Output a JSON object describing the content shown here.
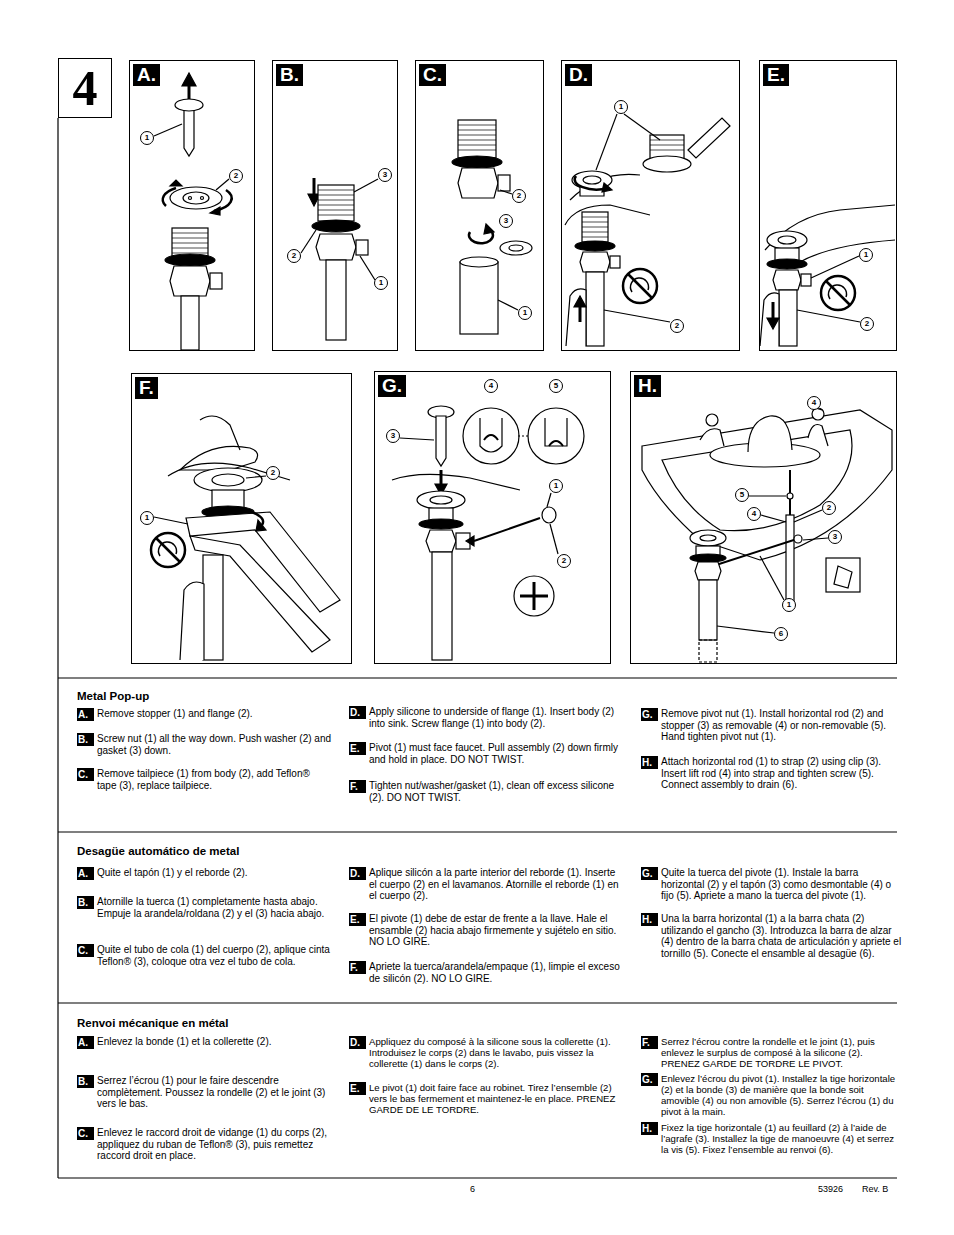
{
  "diagram": {
    "nodes": [
      {
        "text": [
          "4"
        ]
      },
      {
        "text": [
          "A."
        ]
      },
      {
        "text": [
          "1"
        ],
        "in": 1
      },
      {
        "text": [
          "2"
        ],
        "in": 1
      },
      {
        "text": [
          "B."
        ]
      },
      {
        "text": [
          "3"
        ],
        "in": 4
      },
      {
        "text": [
          "2"
        ],
        "in": 4
      },
      {
        "text": [
          "1"
        ],
        "in": 4
      },
      {
        "text": [
          "C."
        ]
      },
      {
        "text": [
          "2"
        ],
        "in": 8
      },
      {
        "text": [
          "3"
        ],
        "in": 8
      },
      {
        "text": [
          "1"
        ],
        "in": 8
      },
      {
        "text": [
          "D."
        ]
      },
      {
        "text": [
          "1"
        ],
        "in": 12
      },
      {
        "text": [
          "2"
        ],
        "in": 12
      },
      {
        "text": [
          "E."
        ]
      },
      {
        "text": [
          "1"
        ],
        "in": 15
      },
      {
        "text": [
          "2"
        ],
        "in": 15
      },
      {
        "text": [
          "F."
        ]
      },
      {
        "text": [
          "2"
        ],
        "in": 18
      },
      {
        "text": [
          "1"
        ],
        "in": 18
      },
      {
        "text": [
          "G."
        ]
      },
      {
        "text": [
          "4"
        ],
        "in": 21
      },
      {
        "text": [
          "5"
        ],
        "in": 21
      },
      {
        "text": [
          "3"
        ],
        "in": 21
      },
      {
        "text": [
          "1"
        ],
        "in": 21
      },
      {
        "text": [
          "2"
        ],
        "in": 21
      },
      {
        "text": [
          "H."
        ]
      },
      {
        "text": [
          "4"
        ],
        "in": 27
      },
      {
        "text": [
          "5"
        ],
        "in": 27
      },
      {
        "text": [
          "4"
        ],
        "in": 27
      },
      {
        "text": [
          "2"
        ],
        "in": 27
      },
      {
        "text": [
          "3"
        ],
        "in": 27
      },
      {
        "text": [
          "1"
        ],
        "in": 27
      },
      {
        "text": [
          "6"
        ],
        "in": 27
      },
      {
        "text": [
          "A.",
          "Remove stopper (1) and flange (2)."
        ]
      },
      {
        "text": [
          "B.",
          "Screw nut (1) all the way down. Push washer (2) and gasket (3) down."
        ]
      },
      {
        "text": [
          "C.",
          "Remove tailpiece (1) from body (2), add Teflon® tape (3), replace tailpiece."
        ]
      },
      {
        "text": [
          "D.",
          "Apply silicone to underside of flange (1). Insert body (2) into sink. Screw flange (1) into body (2)."
        ]
      },
      {
        "text": [
          "E.",
          "Pivot (1) must face faucet. Pull assembly (2) down firmly and hold in place. DO NOT TWIST."
        ]
      },
      {
        "text": [
          "F.",
          "Tighten nut/washer/gasket (1), clean off excess silicone (2). DO NOT TWIST."
        ]
      },
      {
        "text": [
          "G.",
          "Remove pivot nut (1). Install horizontal rod (2) and stopper (3) as removable (4) or non-removable (5). Hand tighten pivot nut (1)."
        ]
      },
      {
        "text": [
          "H.",
          "Attach horizontal rod (1) to strap (2) using clip (3). Insert lift rod (4) into strap and tighten screw (5). Connect assembly to drain (6)."
        ]
      },
      {
        "text": [
          "A.",
          "Quite el tapón (1) y el reborde (2)."
        ]
      },
      {
        "text": [
          "B.",
          "Atornille la tuerca (1) completamente hasta abajo. Empuje la arandela/roldana (2) y el (3) hacia abajo."
        ]
      },
      {
        "text": [
          "C.",
          "Quite el tubo de cola (1) del cuerpo (2), aplique cinta Teflon® (3), coloque otra vez el tubo de cola."
        ]
      },
      {
        "text": [
          "D.",
          "Aplique silicón a la parte interior del reborde (1). Inserte el cuerpo (2) en el lavamanos. Atornille el reborde (1) en el cuerpo (2)."
        ]
      },
      {
        "text": [
          "E.",
          "El pivote (1) debe de estar de frente a la llave. Hale el ensamble (2) hacia abajo firmemente y sujételo en sitio. NO LO GIRE."
        ]
      },
      {
        "text": [
          "F.",
          "Apriete la tuerca/arandela/empaque (1), limpie el exceso de silicón (2). NO LO GIRE."
        ]
      },
      {
        "text": [
          "G.",
          "Quite la tuerca del pivote (1). Instale la barra horizontal (2) y el tapón (3) como desmontable (4) o fijo (5). Apriete a mano la tuerca del pivote (1)."
        ]
      },
      {
        "text": [
          "H.",
          "Una la barra horizontal (1) a la barra chata (2) utilizando el gancho (3). Introduzca la barra de alzar (4) dentro de la barra chata de articulación y apriete el tornillo (5). Conecte el ensamble al desagüe (6)."
        ]
      },
      {
        "text": [
          "A.",
          "Enlevez la bonde (1) et la collerette (2)."
        ]
      },
      {
        "text": [
          "B.",
          "Serrez l’écrou (1) pour le faire descendre complètement. Poussez la rondelle (2) et le joint (3) vers le bas."
        ]
      },
      {
        "text": [
          "C.",
          "Enlevez le raccord droit de vidange (1) du corps (2), appliquez du ruban de Teflon® (3), puis remettez raccord droit en place."
        ]
      },
      {
        "text": [
          "D.",
          "Appliquez du composé à la silicone sous la collerette (1). Introduisez le corps (2) dans le lavabo, puis vissez la collerette (1) dans le corps (2)."
        ]
      },
      {
        "text": [
          "E.",
          "Le pivot (1) doit faire face au robinet. Tirez l’ensemble (2) vers le bas fermement et maintenez-le en place. PRENEZ GARDE DE LE TORDRE."
        ]
      },
      {
        "text": [
          "F.",
          "Serrez l’écrou contre la rondelle et le joint (1), puis enlevez le surplus de composé à la silicone (2). PRENEZ GARDE DE TORDRE LE PIVOT."
        ]
      },
      {
        "text": [
          "G.",
          "Enlevez l’écrou du pivot (1). Installez la tige horizontale (2) et la bonde (3) de manière que la bonde soit amovible (4) ou non amovible (5). Serrez l’écrou (1) du pivot à la main."
        ]
      },
      {
        "text": [
          "H.",
          "Fixez la tige horizontale (1) au feuillard (2) à l’aide de l’agrafe (3). Installez la tige de manoeuvre (4) et serrez la vis (5). Fixez l’ensemble au renvoi (6)."
        ]
      }
    ],
    "labels": [
      "Metal Pop-up",
      "Desagüe automático de metal",
      "Renvoi mécanique en métal",
      "6",
      "53926",
      "Rev. B"
    ]
  }
}
